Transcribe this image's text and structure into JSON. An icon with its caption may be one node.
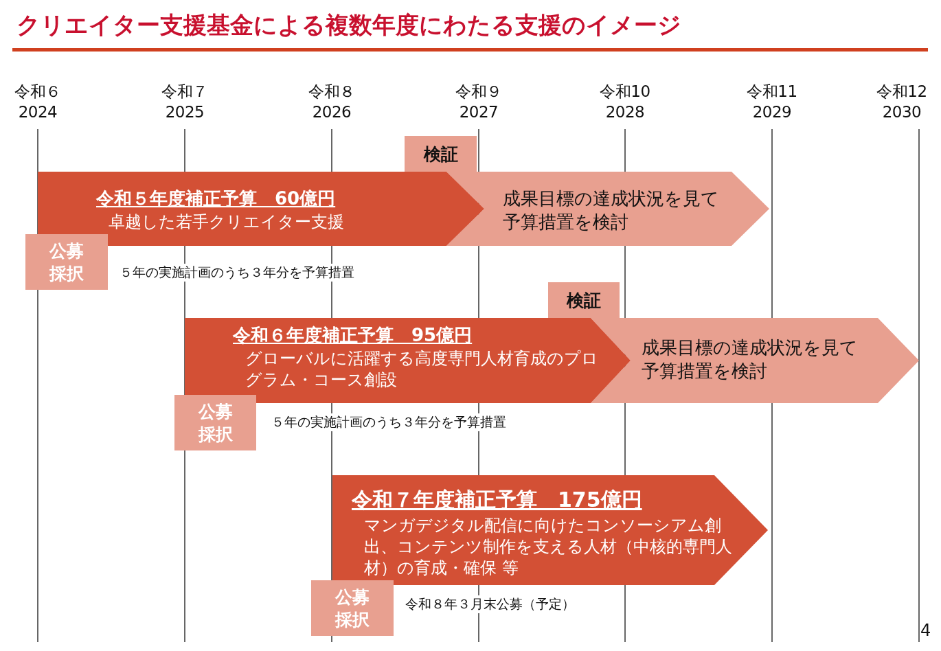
{
  "diagram": {
    "title": "クリエイター支援基金による複数年度にわたる支援のイメージ",
    "nodes": [
      {
        "text": [
          "令和５年度補正予算　60億円",
          "卓越した若手クリエイター支援"
        ]
      },
      {
        "text": [
          "成果目標の達成状況を見て予算措置を検討"
        ]
      },
      {
        "text": [
          "検証"
        ]
      },
      {
        "text": [
          "公募採択"
        ],
        "beside": [
          "５年の実施計画のうち３年分を予算措置"
        ]
      },
      {
        "text": [
          "令和６年度補正予算　95億円",
          "グローバルに活躍する高度専門人材育成のプログラム・コース創設"
        ]
      },
      {
        "text": [
          "成果目標の達成状況を見て予算措置を検討"
        ]
      },
      {
        "text": [
          "検証"
        ]
      },
      {
        "text": [
          "公募採択"
        ],
        "beside": [
          "５年の実施計画のうち３年分を予算措置"
        ]
      },
      {
        "text": [
          "令和７年度補正予算　175億円",
          "マンガデジタル配信に向けたコンソーシアム創出、コンテンツ制作を支える人材（中核的専門人材）の育成・確保 等"
        ]
      },
      {
        "text": [
          "公募採択"
        ],
        "beside": [
          "令和８年３月末公募（予定）"
        ]
      }
    ],
    "labels": [
      "令和６ 2024",
      "令和７ 2025",
      "令和８ 2026",
      "令和９ 2027",
      "令和10 2028",
      "令和11 2029",
      "令和12 2030",
      "4"
    ]
  }
}
